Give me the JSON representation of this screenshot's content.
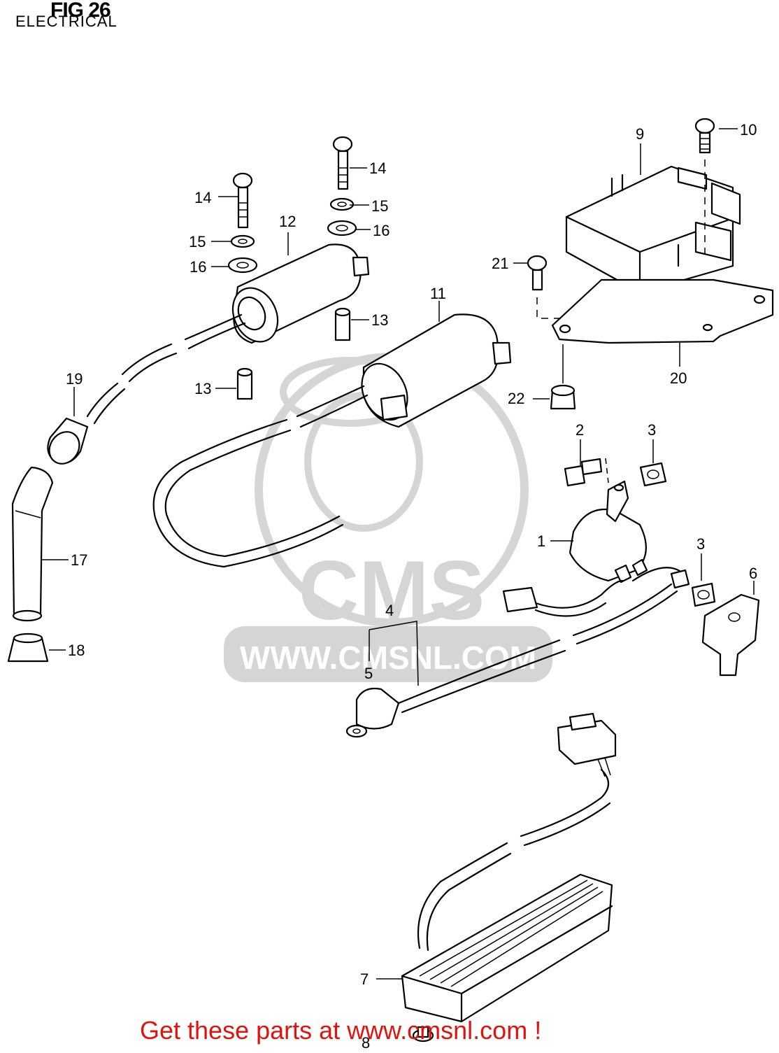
{
  "figure": {
    "title": "FIG 26",
    "subtitle": "ELECTRICAL"
  },
  "watermark": {
    "brand": "CMS",
    "url": "WWW.CMSNL.COM"
  },
  "callouts": [
    "1",
    "2",
    "3",
    "3",
    "4",
    "5",
    "6",
    "7",
    "8",
    "9",
    "10",
    "11",
    "12",
    "13",
    "13",
    "14",
    "14",
    "15",
    "15",
    "16",
    "16",
    "17",
    "18",
    "19",
    "20",
    "21",
    "22"
  ],
  "footer": {
    "text": "Get these parts at www.cmsnl.com !",
    "color": "#e0140c"
  }
}
